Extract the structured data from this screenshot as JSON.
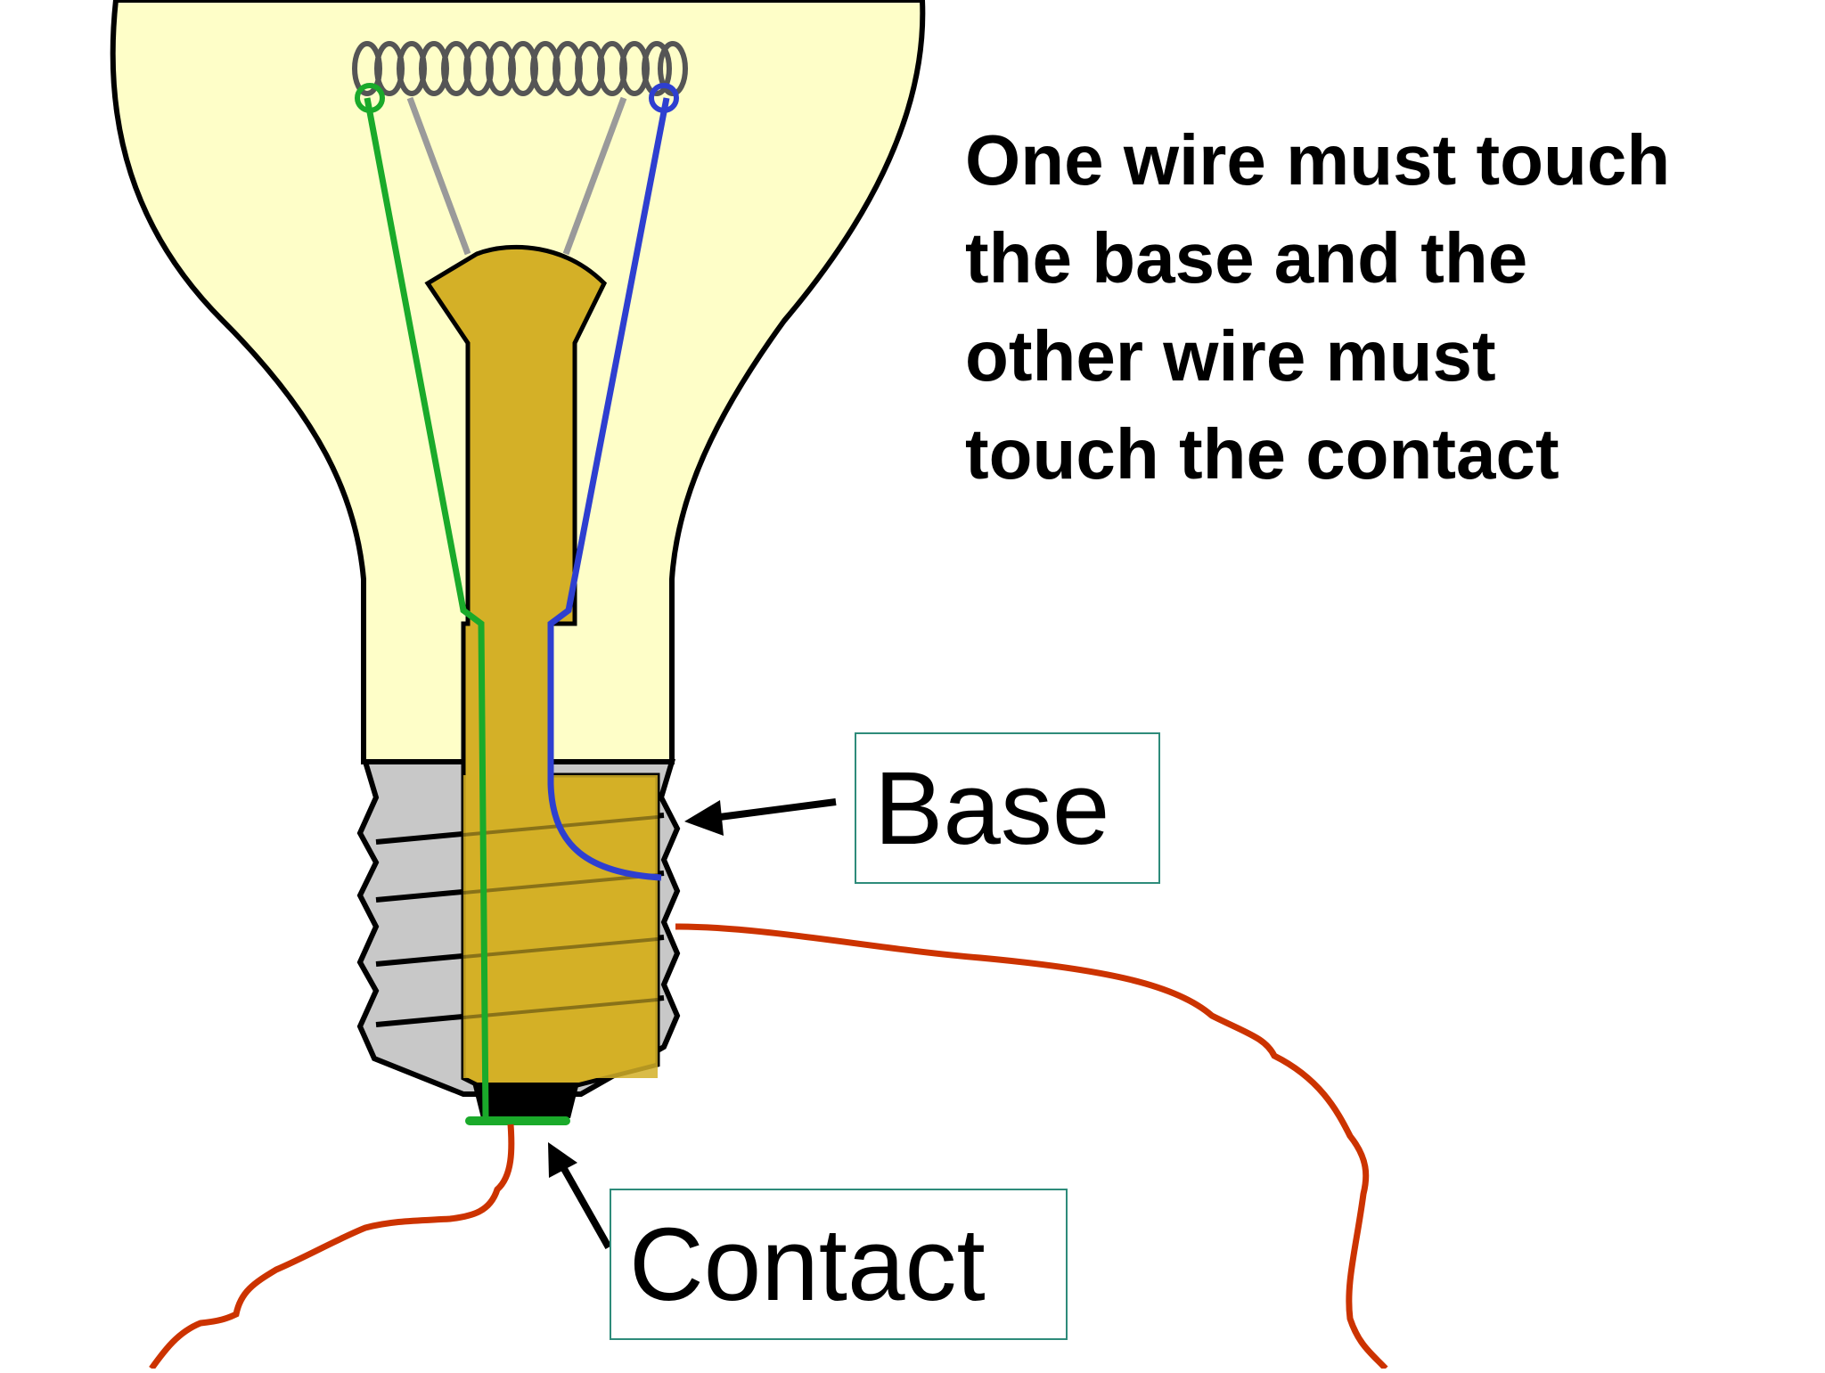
{
  "instruction": {
    "lines": [
      "One wire must touch",
      "the base and the",
      "other wire must",
      "touch the contact"
    ]
  },
  "labels": {
    "base": "Base",
    "contact": "Contact"
  },
  "colors": {
    "glass": "#fefec8",
    "stem": "#d4b027",
    "screw": "#c8c8c8",
    "wire_green": "#1aaa2a",
    "wire_blue": "#2e3fd0",
    "wire_red": "#cc3300",
    "support_grey": "#9a9a9a",
    "label_border": "#2e8b7a"
  }
}
